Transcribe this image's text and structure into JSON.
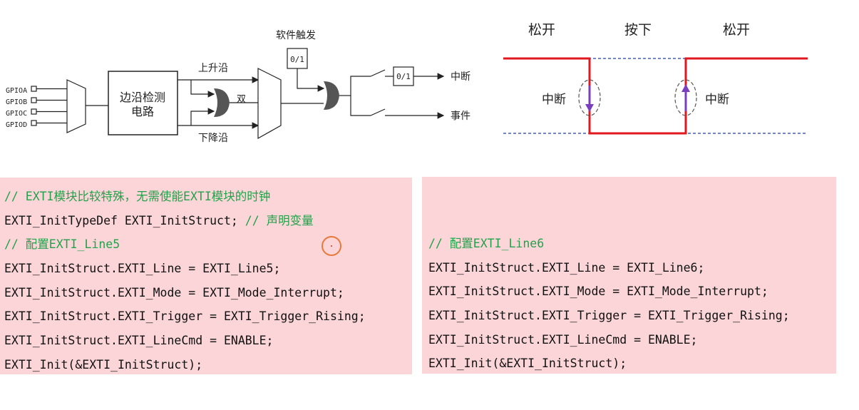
{
  "diagram": {
    "inputs": [
      "GPIOA",
      "GPIOB",
      "GPIOC",
      "GPIOD"
    ],
    "edge_detect": [
      "边沿检测",
      "电路"
    ],
    "rising": "上升沿",
    "falling": "下降沿",
    "both": "双",
    "software_trigger": "软件触发",
    "sw_bit": "0/1",
    "mask_bit": "0/1",
    "interrupt_out": "中断",
    "event_out": "事件"
  },
  "waveform": {
    "labels": [
      "松开",
      "按下",
      "松开"
    ],
    "left_interrupt": "中断",
    "right_interrupt": "中断",
    "colors": {
      "signal": "#e0191f",
      "dashed": "#1f3fa8",
      "arrow": "#7a3fbf"
    }
  },
  "code_left": {
    "lines": [
      "// EXTI模块比较特殊，无需使能EXTI模块的时钟",
      "EXTI_InitTypeDef EXTI_InitStruct; ",
      "// 配置EXTI_Line5",
      "EXTI_InitStruct.EXTI_Line = EXTI_Line5;",
      "EXTI_InitStruct.EXTI_Mode = EXTI_Mode_Interrupt;",
      "EXTI_InitStruct.EXTI_Trigger = EXTI_Trigger_Rising;",
      "EXTI_InitStruct.EXTI_LineCmd = ENABLE;",
      "EXTI_Init(&EXTI_InitStruct);"
    ],
    "inline_comment": "// 声明变量"
  },
  "code_right": {
    "lines": [
      "// 配置EXTI_Line6",
      "EXTI_InitStruct.EXTI_Line = EXTI_Line6;",
      "EXTI_InitStruct.EXTI_Mode = EXTI_Mode_Interrupt;",
      "EXTI_InitStruct.EXTI_Trigger = EXTI_Trigger_Rising;",
      "EXTI_InitStruct.EXTI_LineCmd = ENABLE;",
      "EXTI_Init(&EXTI_InitStruct);"
    ]
  },
  "colors": {
    "comment": "#22a24a",
    "panel_bg": "#fbd5d8",
    "cursor_ring": "#e8793a"
  }
}
